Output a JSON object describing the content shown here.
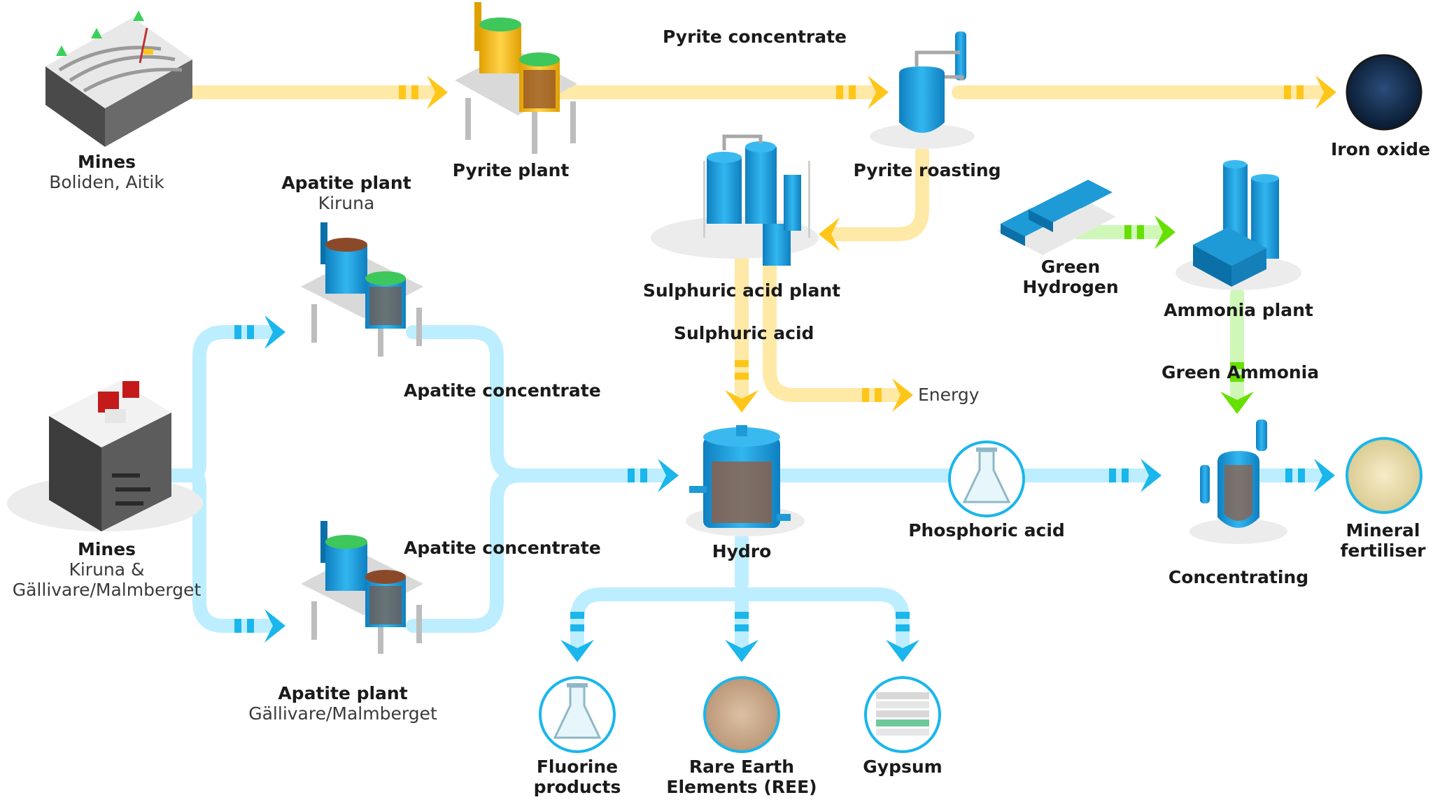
{
  "colors": {
    "yellow_flow": "#ffe9a6",
    "yellow_arrow": "#ffc61a",
    "blue_flow": "#bdeeff",
    "blue_arrow": "#1ab6ec",
    "green_flow": "#cff8b8",
    "green_arrow": "#66e000",
    "equipment_blue": "#1e9ad6",
    "text": "#1a1a1a"
  },
  "nodes": {
    "mines_boliden": {
      "title": "Mines",
      "subtitle": "Boliden, Aitik"
    },
    "pyrite_plant": {
      "title": "Pyrite plant"
    },
    "pyrite_roasting": {
      "title": "Pyrite roasting"
    },
    "iron_oxide": {
      "title": "Iron oxide"
    },
    "sulphuric_acid_plant": {
      "title": "Sulphuric acid plant"
    },
    "green_hydrogen": {
      "title_line1": "Green",
      "title_line2": "Hydrogen"
    },
    "ammonia_plant": {
      "title": "Ammonia plant"
    },
    "apatite_plant_kiruna": {
      "title": "Apatite plant",
      "subtitle": "Kiruna"
    },
    "mines_kiruna": {
      "title": "Mines",
      "subtitle_line1": "Kiruna &",
      "subtitle_line2": "Gällivare/Malmberget"
    },
    "apatite_plant_gallivare": {
      "title": "Apatite plant",
      "subtitle": "Gällivare/Malmberget"
    },
    "hydro": {
      "title": "Hydro"
    },
    "phosphoric_acid": {
      "title": "Phosphoric acid"
    },
    "concentrating": {
      "title": "Concentrating"
    },
    "mineral_fertiliser": {
      "title_line1": "Mineral",
      "title_line2": "fertiliser"
    },
    "fluorine_products": {
      "title_line1": "Fluorine",
      "title_line2": "products"
    },
    "rare_earth": {
      "title_line1": "Rare Earth",
      "title_line2": "Elements (REE)"
    },
    "gypsum": {
      "title": "Gypsum"
    }
  },
  "flows": {
    "pyrite_concentrate": "Pyrite concentrate",
    "sulphuric_acid": "Sulphuric acid",
    "energy": "Energy",
    "green_ammonia": "Green Ammonia",
    "apatite_concentrate_top": "Apatite concentrate",
    "apatite_concentrate_bottom": "Apatite concentrate"
  },
  "icons": [
    "mine-terrain-icon",
    "underground-mine-icon",
    "flotation-plant-icon",
    "roaster-icon",
    "acid-plant-icon",
    "electrolyser-icon",
    "ammonia-plant-icon",
    "reactor-tank-icon",
    "flask-icon",
    "iron-oxide-icon",
    "fertiliser-pellets-icon",
    "ree-powder-icon",
    "gypsum-board-icon",
    "evaporator-icon"
  ]
}
